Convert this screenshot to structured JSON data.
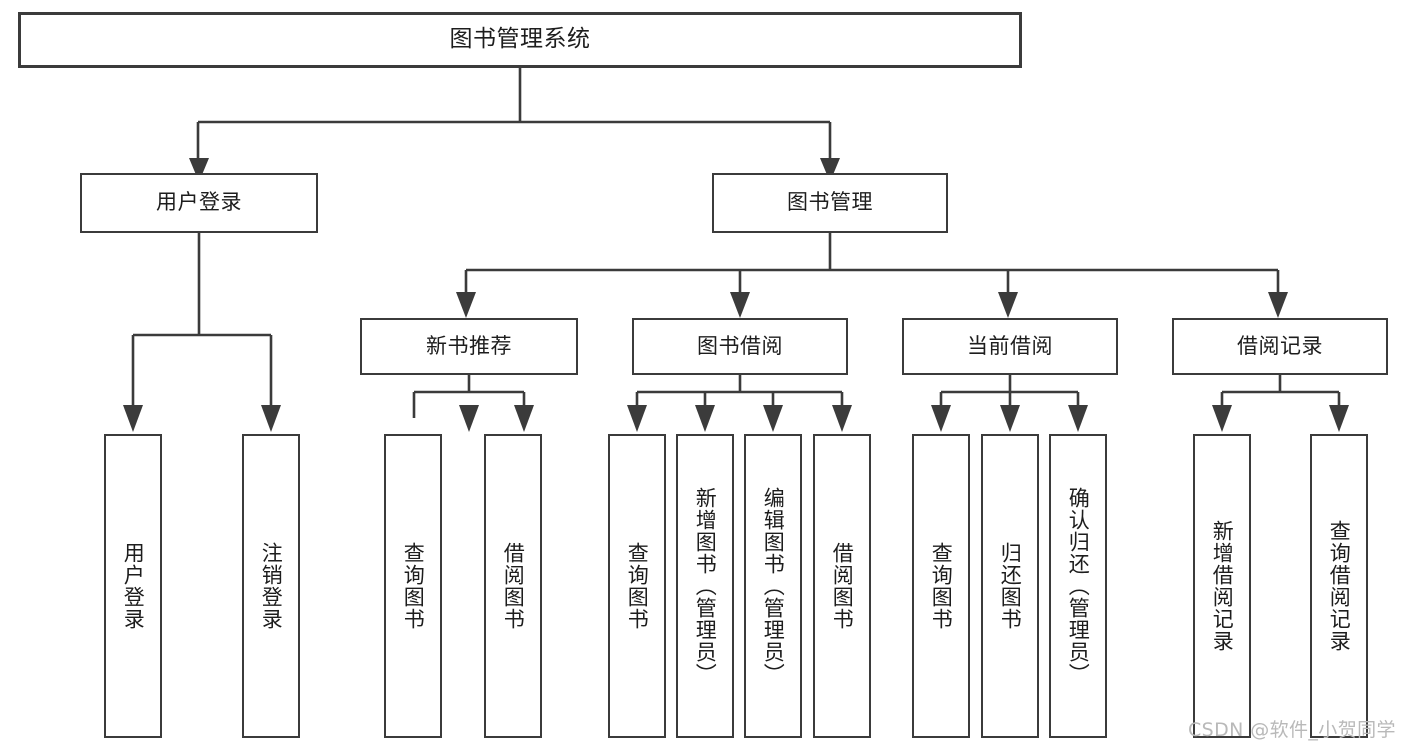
{
  "diagram": {
    "title": "图书管理系统",
    "type": "tree-hierarchy-diagram",
    "colors": {
      "box_border": "#3b3b3b",
      "box_fill": "#ffffff",
      "connector": "#3b3b3b",
      "text": "#1d1d1d",
      "watermark": "#b9b9b9",
      "background": "#ffffff"
    }
  },
  "root": {
    "label": "图书管理系统"
  },
  "level1": [
    {
      "label": "用户登录"
    },
    {
      "label": "图书管理"
    }
  ],
  "level2": [
    {
      "label": "新书推荐"
    },
    {
      "label": "图书借阅"
    },
    {
      "label": "当前借阅"
    },
    {
      "label": "借阅记录"
    }
  ],
  "leaves": {
    "user_login": [
      {
        "label": "用户登录"
      },
      {
        "label": "注销登录"
      }
    ],
    "new_book_recommend": [
      {
        "label": "查询图书"
      },
      {
        "label": "借阅图书"
      }
    ],
    "book_borrow": [
      {
        "label": "查询图书"
      },
      {
        "label": "新增图书（管理员）"
      },
      {
        "label": "编辑图书（管理员）"
      },
      {
        "label": "借阅图书"
      }
    ],
    "current_borrow": [
      {
        "label": "查询图书"
      },
      {
        "label": "归还图书"
      },
      {
        "label": "确认归还（管理员）"
      }
    ],
    "borrow_record": [
      {
        "label": "新增借阅记录"
      },
      {
        "label": "查询借阅记录"
      }
    ]
  },
  "watermark": {
    "text": "CSDN @软件_小贺同学"
  }
}
